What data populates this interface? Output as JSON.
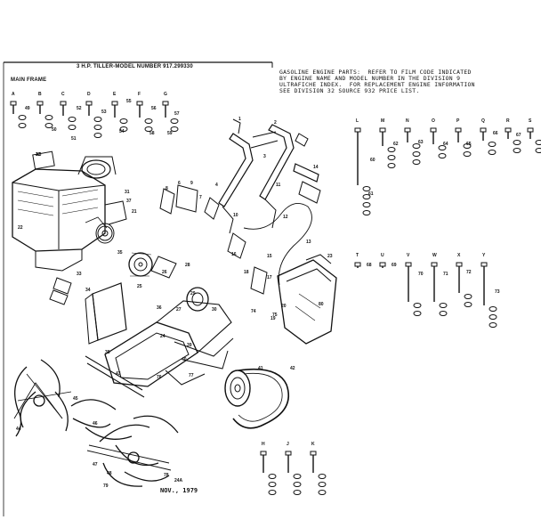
{
  "header": {
    "title": "3 H.P. TILLER-MODEL NUMBER 917.299330",
    "section": "MAIN FRAME"
  },
  "engine_note": [
    "GASOLINE ENGINE PARTS:  REFER TO FILM CODE INDICATED",
    "BY ENGINE NAME AND MODEL NUMBER IN THE DIVISION 9",
    "ULTRAFICHE INDEX.  FOR REPLACEMENT ENGINE INFORMATION",
    "SEE DIVISION 32 SOURCE 932 PRICE LIST."
  ],
  "hardware_row_left": [
    "A",
    "B",
    "C",
    "D",
    "E",
    "F",
    "G"
  ],
  "hardware_row_right": [
    "L",
    "M",
    "N",
    "O",
    "P",
    "Q",
    "R",
    "S"
  ],
  "hardware_row_mid": [
    "T",
    "U",
    "V",
    "W",
    "X",
    "Y"
  ],
  "hardware_row_bottom": [
    "H",
    "J",
    "K"
  ],
  "part_numbers": [
    "32",
    "2",
    "1",
    "3",
    "4",
    "6",
    "7",
    "8",
    "9",
    "10",
    "11",
    "12",
    "13",
    "14",
    "15",
    "16",
    "17",
    "18",
    "19",
    "20",
    "21",
    "22",
    "23",
    "24",
    "25",
    "26",
    "27",
    "28",
    "29",
    "30",
    "31",
    "33",
    "34",
    "35",
    "36",
    "37",
    "38",
    "39",
    "40",
    "41",
    "42",
    "43",
    "44",
    "45",
    "46",
    "47",
    "48",
    "49",
    "50",
    "51",
    "52",
    "53",
    "54",
    "55",
    "56",
    "57",
    "58",
    "59",
    "60",
    "61",
    "62",
    "63",
    "64",
    "65",
    "66",
    "67",
    "68",
    "69",
    "70",
    "71",
    "72",
    "73",
    "74",
    "75",
    "76",
    "77",
    "78",
    "79",
    "80",
    "24A",
    "A3"
  ],
  "date": "NOV., 1979"
}
